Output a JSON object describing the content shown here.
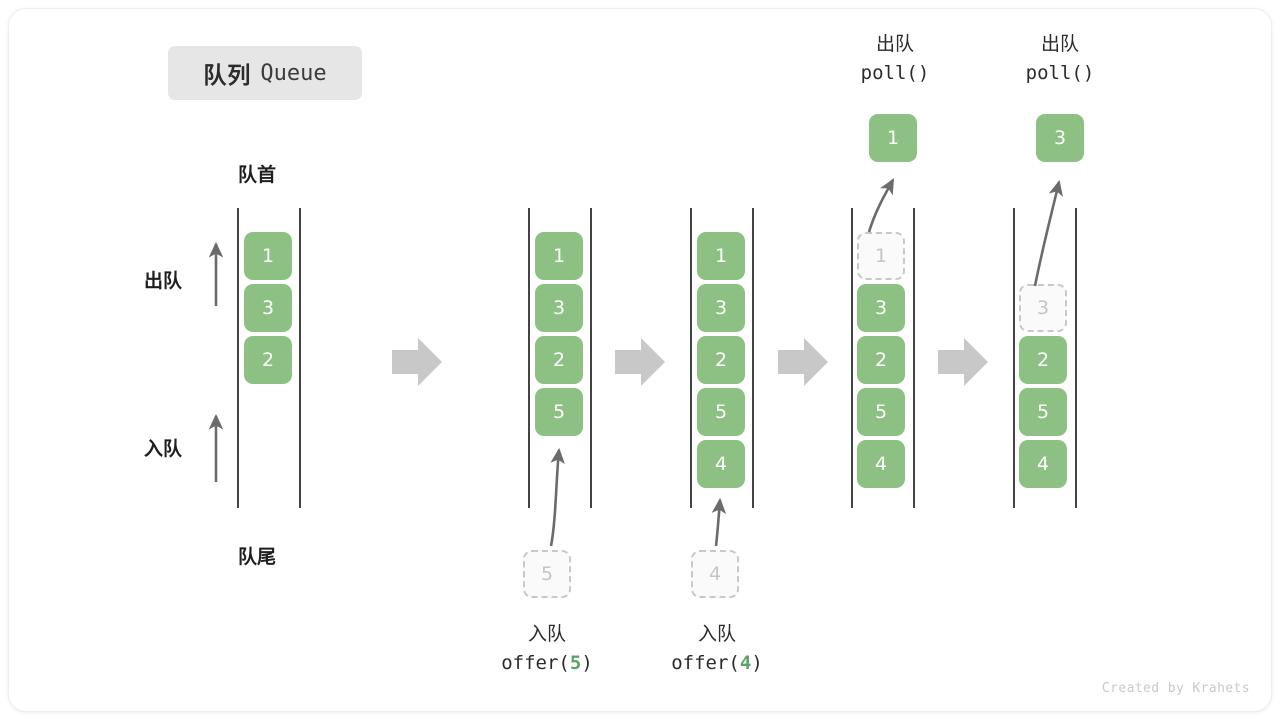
{
  "title": {
    "cn": "队列",
    "en": "Queue"
  },
  "labels": {
    "head": "队首",
    "tail": "队尾",
    "dequeue": "出队",
    "enqueue": "入队"
  },
  "watermark": "Created by Krahets",
  "colors": {
    "cell_fill": "#8cc183",
    "cell_text": "#ffffff",
    "ghost_border": "#c8c8c8",
    "ghost_text": "#c5c5c5",
    "rail": "#444444",
    "arrow": "#6b6b6b",
    "step_arrow": "#c8c8c8",
    "chip_bg": "#e6e6e6",
    "accent_green": "#5aa469"
  },
  "steps": [
    {
      "id": "initial",
      "cells": [
        "1",
        "3",
        "2"
      ],
      "ghost_index": -1,
      "side_arrows": [
        {
          "name": "dequeue",
          "label": "出队"
        },
        {
          "name": "enqueue",
          "label": "入队"
        }
      ],
      "top_caption": null,
      "bottom_caption": null,
      "popped_value": null,
      "pending_value": null
    },
    {
      "id": "after-offer-5",
      "cells": [
        "1",
        "3",
        "2",
        "5"
      ],
      "ghost_index": -1,
      "top_caption": null,
      "bottom_caption": {
        "cn": "入队",
        "code_prefix": "offer(",
        "code_num": "5",
        "code_suffix": ")"
      },
      "pending_value": "5",
      "popped_value": null
    },
    {
      "id": "after-offer-4",
      "cells": [
        "1",
        "3",
        "2",
        "5",
        "4"
      ],
      "ghost_index": -1,
      "top_caption": null,
      "bottom_caption": {
        "cn": "入队",
        "code_prefix": "offer(",
        "code_num": "4",
        "code_suffix": ")"
      },
      "pending_value": "4",
      "popped_value": null
    },
    {
      "id": "poll-1",
      "cells": [
        "1",
        "3",
        "2",
        "5",
        "4"
      ],
      "ghost_index": 0,
      "top_caption": {
        "cn": "出队",
        "code": "poll()"
      },
      "bottom_caption": null,
      "popped_value": "1",
      "pending_value": null
    },
    {
      "id": "poll-3",
      "cells": [
        "",
        "3",
        "2",
        "5",
        "4"
      ],
      "ghost_index": 1,
      "top_caption": {
        "cn": "出队",
        "code": "poll()"
      },
      "bottom_caption": null,
      "popped_value": "3",
      "pending_value": null
    }
  ],
  "step_separators": [
    "step-arrow-1",
    "step-arrow-2",
    "step-arrow-3",
    "step-arrow-4"
  ]
}
